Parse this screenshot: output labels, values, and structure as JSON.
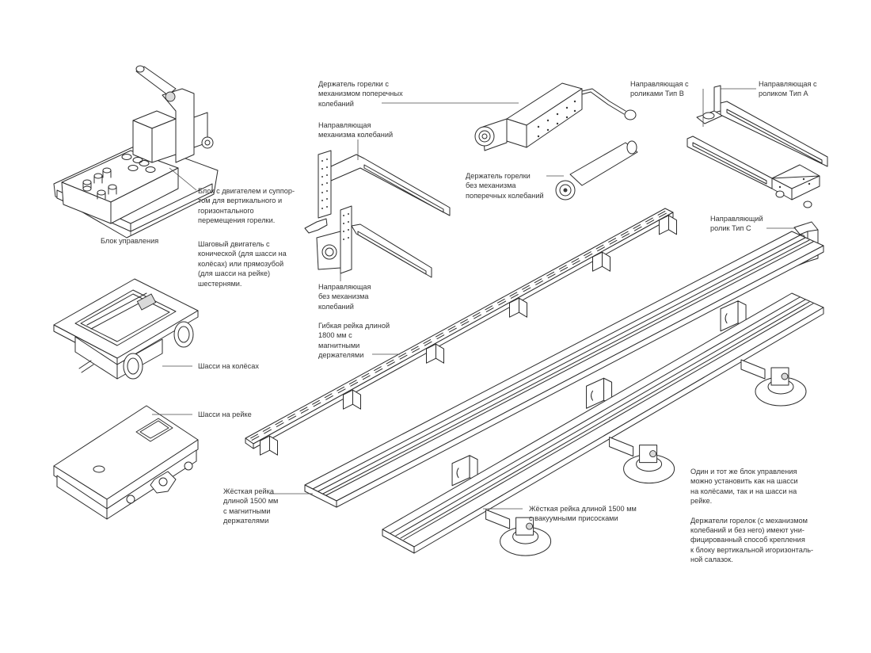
{
  "labels": {
    "control_block": [
      "Блок управления"
    ],
    "motor_block": [
      "Блок с двигателем и суппор-",
      "том для вертикального и",
      "горизонтального",
      "перемещения горелки."
    ],
    "stepper": [
      "Шаговый двигатель с",
      "конической  (для шасси на",
      "колёсах) или прямозубой",
      "(для шасси на рейке)",
      "шестернями."
    ],
    "wheel_chassis": [
      "Шасси на колёсах"
    ],
    "rail_chassis": [
      "Шасси на рейке"
    ],
    "torch_holder_osc": [
      "Держатель горелки с",
      "механизмом поперечных",
      "колебаний"
    ],
    "guide_osc": [
      "Направляющая",
      "механизма колебаний"
    ],
    "torch_holder_no_osc": [
      "Держатель горелки",
      "без механизма",
      "поперечных колебаний"
    ],
    "guide_no_osc": [
      "Направляющая",
      "без механизма",
      "колебаний"
    ],
    "flex_rail": [
      "Гибкая рейка длиной",
      "1800 мм с",
      "магнитными",
      "держателями"
    ],
    "guide_rollers_b": [
      "Направляющая с",
      "роликами Тип В"
    ],
    "guide_roller_a": [
      "Направляющая с",
      "роликом Тип А"
    ],
    "guide_roller_c": [
      "Направляющий",
      "ролик Тип С"
    ],
    "rigid_rail_magnetic": [
      "Жёсткая рейка",
      "длиной 1500 мм",
      "с магнитными",
      "держателями"
    ],
    "rigid_rail_vacuum": [
      "Жёсткая рейка длиной 1500 мм",
      "с вакуумными присосками"
    ]
  },
  "notes": [
    [
      "Один и тот же блок управления",
      "можно установить как на шасси",
      "на колёсами, так и на шасси на",
      "рейке."
    ],
    [
      "Держатели горелок (с механизмом",
      "колебаний и без него) имеют уни-",
      "фицированный способ крепления",
      "к блоку вертикальной игоризонталь-",
      "ной салазок."
    ]
  ],
  "colors": {
    "line": "#2b2b2b",
    "text": "#333333",
    "background": "#ffffff"
  }
}
